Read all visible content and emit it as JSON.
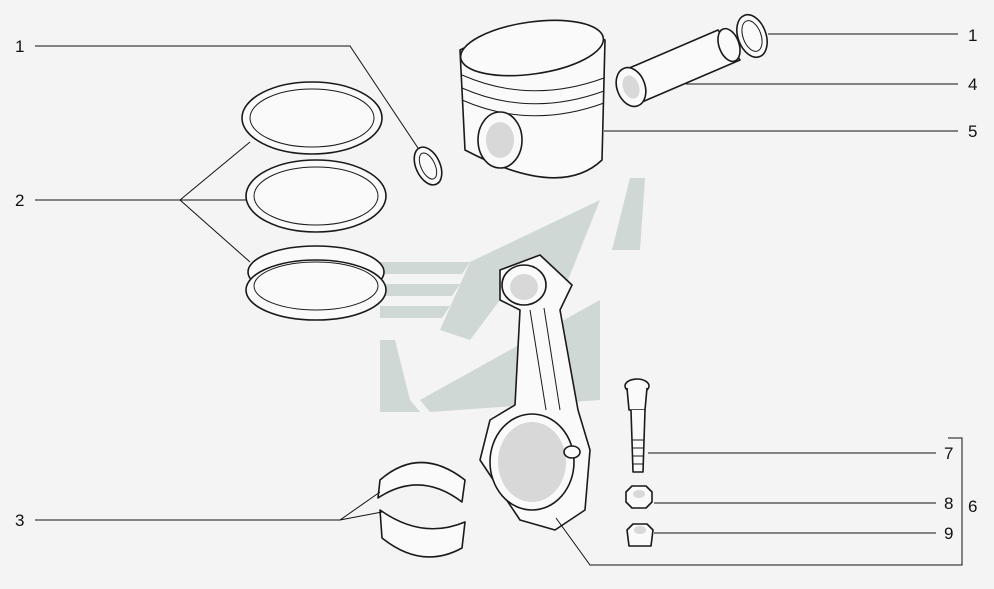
{
  "callouts": [
    {
      "id": "circlip-left",
      "label": "1"
    },
    {
      "id": "piston-rings",
      "label": "2"
    },
    {
      "id": "bearing-shells",
      "label": "3"
    },
    {
      "id": "circlip-right",
      "label": "1"
    },
    {
      "id": "piston-pin",
      "label": "4"
    },
    {
      "id": "piston",
      "label": "5"
    },
    {
      "id": "con-rod-bolt",
      "label": "7"
    },
    {
      "id": "con-rod-nut",
      "label": "8"
    },
    {
      "id": "con-rod-nut-lower",
      "label": "9"
    },
    {
      "id": "con-rod-assembly",
      "label": "6"
    }
  ],
  "colors": {
    "watermark": "#c9d2cf",
    "line": "#111111",
    "background": "#f4f4f4"
  }
}
